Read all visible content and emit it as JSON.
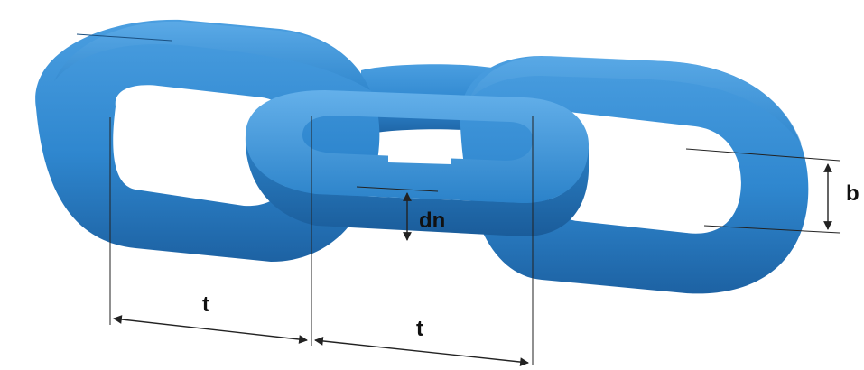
{
  "diagram": {
    "labels": {
      "pitch_left": "t",
      "pitch_right": "t",
      "wire_diameter": "dn",
      "inner_width": "b"
    },
    "colors": {
      "link_main": "#2f87cf",
      "link_dark": "#1f66a8",
      "link_light": "#5aa8e6",
      "background": "#ffffff",
      "dimension_lines": "#222222"
    }
  }
}
